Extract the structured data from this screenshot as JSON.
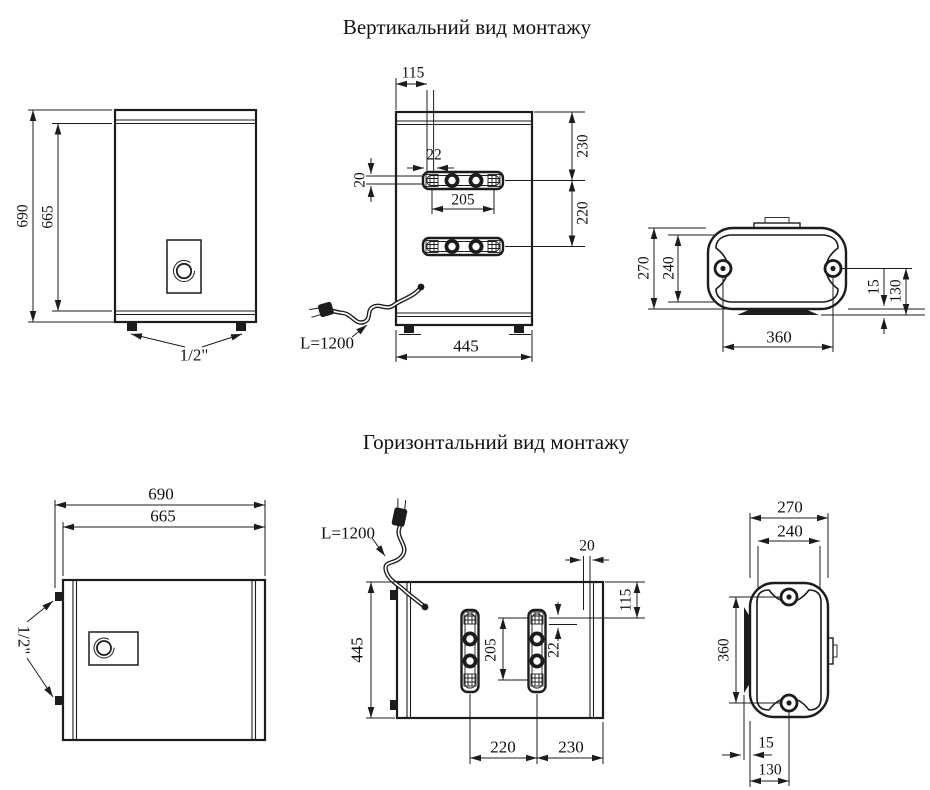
{
  "titles": {
    "vertical": "Вертикальний вид монтажу",
    "horizontal": "Горизонтальний вид монтажу"
  },
  "colors": {
    "line": "#1c1c1c",
    "background": "#ffffff"
  },
  "vertical_view": {
    "front": {
      "overall_height": "690",
      "tank_height": "665",
      "thread_size": "1/2\""
    },
    "rear": {
      "top_offset": "115",
      "hole_pair_gap": "22",
      "bracket_plate": "20",
      "hole_span": "205",
      "top_to_upper_bracket": "230",
      "bracket_spacing": "220",
      "body_width": "445",
      "cable_length": "L=1200"
    },
    "top": {
      "overall_depth": "270",
      "body_depth": "240",
      "foot_offset": "15",
      "foot_depth": "130",
      "bolt_span": "360"
    }
  },
  "horizontal_view": {
    "front": {
      "overall_length": "690",
      "tank_length": "665",
      "thread_size": "1/2\""
    },
    "rear": {
      "cable_length": "L=1200",
      "bracket_plate": "20",
      "top_offset": "115",
      "hole_pair_gap": "22",
      "hole_span": "205",
      "body_height": "445",
      "bracket_to_bracket": "220",
      "bracket_to_edge": "230"
    },
    "side": {
      "overall_depth": "270",
      "body_depth": "240",
      "bolt_span": "360",
      "foot_offset": "15",
      "foot_depth": "130"
    }
  }
}
